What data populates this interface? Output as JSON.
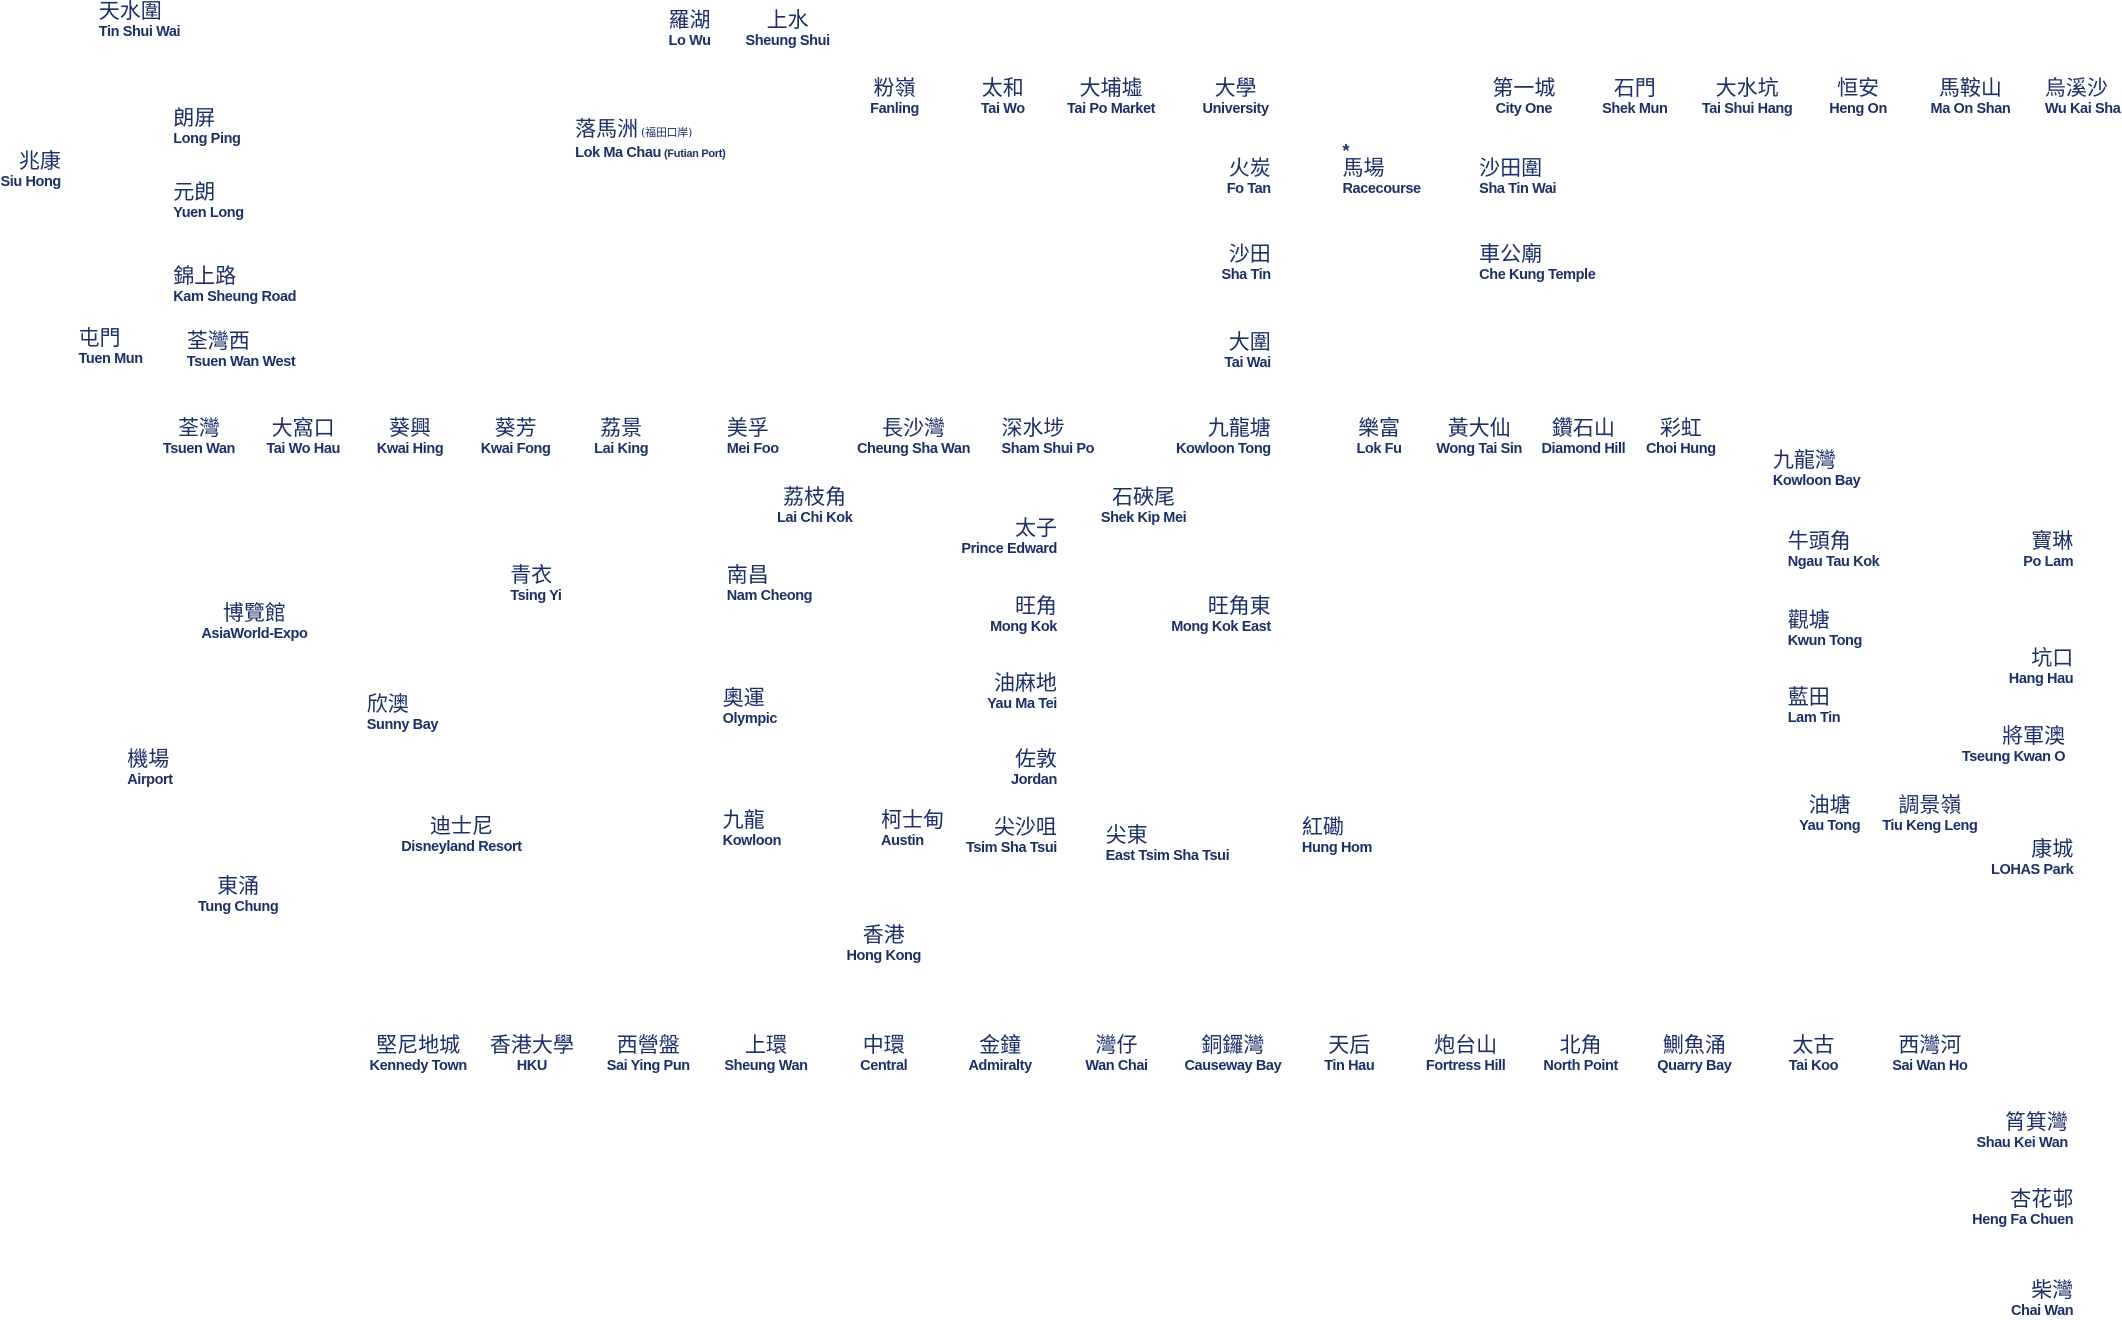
{
  "map_title": "",
  "text_color": "#1b2f6e",
  "stations": [
    {
      "zh": "天水圍",
      "en": "Tin Shui Wai"
    },
    {
      "zh": "羅湖",
      "en": "Lo Wu"
    },
    {
      "zh": "上水",
      "en": "Sheung Shui"
    },
    {
      "zh": "粉嶺",
      "en": "Fanling"
    },
    {
      "zh": "太和",
      "en": "Tai Wo"
    },
    {
      "zh": "大埔墟",
      "en": "Tai Po Market"
    },
    {
      "zh": "大學",
      "en": "University"
    },
    {
      "zh": "第一城",
      "en": "City One"
    },
    {
      "zh": "石門",
      "en": "Shek Mun"
    },
    {
      "zh": "大水坑",
      "en": "Tai Shui Hang"
    },
    {
      "zh": "恒安",
      "en": "Heng On"
    },
    {
      "zh": "馬鞍山",
      "en": "Ma On Shan"
    },
    {
      "zh": "烏溪沙",
      "en": "Wu Kai Sha"
    },
    {
      "zh": "朗屏",
      "en": "Long Ping"
    },
    {
      "zh": "落馬洲",
      "en": "Lok Ma Chau",
      "zh_note": "(福田口岸)",
      "en_note": "(Futian Port)"
    },
    {
      "zh": "兆康",
      "en": "Siu Hong"
    },
    {
      "zh": "元朗",
      "en": "Yuen Long"
    },
    {
      "zh": "火炭",
      "en": "Fo Tan"
    },
    {
      "zh": "馬場",
      "en": "Racecourse",
      "marker": "*"
    },
    {
      "zh": "沙田圍",
      "en": "Sha Tin Wai"
    },
    {
      "zh": "錦上路",
      "en": "Kam Sheung Road"
    },
    {
      "zh": "沙田",
      "en": "Sha Tin"
    },
    {
      "zh": "車公廟",
      "en": "Che Kung Temple"
    },
    {
      "zh": "屯門",
      "en": "Tuen Mun"
    },
    {
      "zh": "荃灣西",
      "en": "Tsuen Wan West"
    },
    {
      "zh": "大圍",
      "en": "Tai Wai"
    },
    {
      "zh": "荃灣",
      "en": "Tsuen Wan"
    },
    {
      "zh": "大窩口",
      "en": "Tai Wo Hau"
    },
    {
      "zh": "葵興",
      "en": "Kwai Hing"
    },
    {
      "zh": "葵芳",
      "en": "Kwai Fong"
    },
    {
      "zh": "荔景",
      "en": "Lai King"
    },
    {
      "zh": "美孚",
      "en": "Mei Foo"
    },
    {
      "zh": "長沙灣",
      "en": "Cheung Sha Wan"
    },
    {
      "zh": "深水埗",
      "en": "Sham Shui Po"
    },
    {
      "zh": "九龍塘",
      "en": "Kowloon Tong"
    },
    {
      "zh": "樂富",
      "en": "Lok Fu"
    },
    {
      "zh": "黃大仙",
      "en": "Wong Tai Sin"
    },
    {
      "zh": "鑽石山",
      "en": "Diamond Hill"
    },
    {
      "zh": "彩虹",
      "en": "Choi Hung"
    },
    {
      "zh": "九龍灣",
      "en": "Kowloon Bay"
    },
    {
      "zh": "荔枝角",
      "en": "Lai Chi Kok"
    },
    {
      "zh": "石硤尾",
      "en": "Shek Kip Mei"
    },
    {
      "zh": "太子",
      "en": "Prince Edward"
    },
    {
      "zh": "牛頭角",
      "en": "Ngau Tau Kok"
    },
    {
      "zh": "寶琳",
      "en": "Po Lam"
    },
    {
      "zh": "青衣",
      "en": "Tsing Yi"
    },
    {
      "zh": "南昌",
      "en": "Nam Cheong"
    },
    {
      "zh": "博覽館",
      "en": "AsiaWorld-Expo"
    },
    {
      "zh": "旺角",
      "en": "Mong Kok"
    },
    {
      "zh": "旺角東",
      "en": "Mong Kok East"
    },
    {
      "zh": "觀塘",
      "en": "Kwun Tong"
    },
    {
      "zh": "坑口",
      "en": "Hang Hau"
    },
    {
      "zh": "油麻地",
      "en": "Yau Ma Tei"
    },
    {
      "zh": "欣澳",
      "en": "Sunny Bay"
    },
    {
      "zh": "奧運",
      "en": "Olympic"
    },
    {
      "zh": "藍田",
      "en": "Lam Tin"
    },
    {
      "zh": "將軍澳",
      "en": "Tseung Kwan O"
    },
    {
      "zh": "機場",
      "en": "Airport"
    },
    {
      "zh": "佐敦",
      "en": "Jordan"
    },
    {
      "zh": "油塘",
      "en": "Yau Tong"
    },
    {
      "zh": "調景嶺",
      "en": "Tiu Keng Leng"
    },
    {
      "zh": "迪士尼",
      "en": "Disneyland Resort"
    },
    {
      "zh": "九龍",
      "en": "Kowloon"
    },
    {
      "zh": "柯士甸",
      "en": "Austin"
    },
    {
      "zh": "尖沙咀",
      "en": "Tsim Sha Tsui"
    },
    {
      "zh": "尖東",
      "en": "East Tsim Sha Tsui"
    },
    {
      "zh": "紅磡",
      "en": "Hung Hom"
    },
    {
      "zh": "康城",
      "en": "LOHAS Park"
    },
    {
      "zh": "東涌",
      "en": "Tung Chung"
    },
    {
      "zh": "香港",
      "en": "Hong Kong"
    },
    {
      "zh": "堅尼地城",
      "en": "Kennedy Town"
    },
    {
      "zh": "香港大學",
      "en": "HKU"
    },
    {
      "zh": "西營盤",
      "en": "Sai Ying Pun"
    },
    {
      "zh": "上環",
      "en": "Sheung Wan"
    },
    {
      "zh": "中環",
      "en": "Central"
    },
    {
      "zh": "金鐘",
      "en": "Admiralty"
    },
    {
      "zh": "灣仔",
      "en": "Wan Chai"
    },
    {
      "zh": "銅鑼灣",
      "en": "Causeway Bay"
    },
    {
      "zh": "天后",
      "en": "Tin Hau"
    },
    {
      "zh": "炮台山",
      "en": "Fortress Hill"
    },
    {
      "zh": "北角",
      "en": "North Point"
    },
    {
      "zh": "鰂魚涌",
      "en": "Quarry Bay"
    },
    {
      "zh": "太古",
      "en": "Tai Koo"
    },
    {
      "zh": "西灣河",
      "en": "Sai Wan Ho"
    },
    {
      "zh": "筲箕灣",
      "en": "Shau Kei Wan"
    },
    {
      "zh": "杏花邨",
      "en": "Heng Fa Chuen"
    },
    {
      "zh": "柴灣",
      "en": "Chai Wan"
    }
  ]
}
